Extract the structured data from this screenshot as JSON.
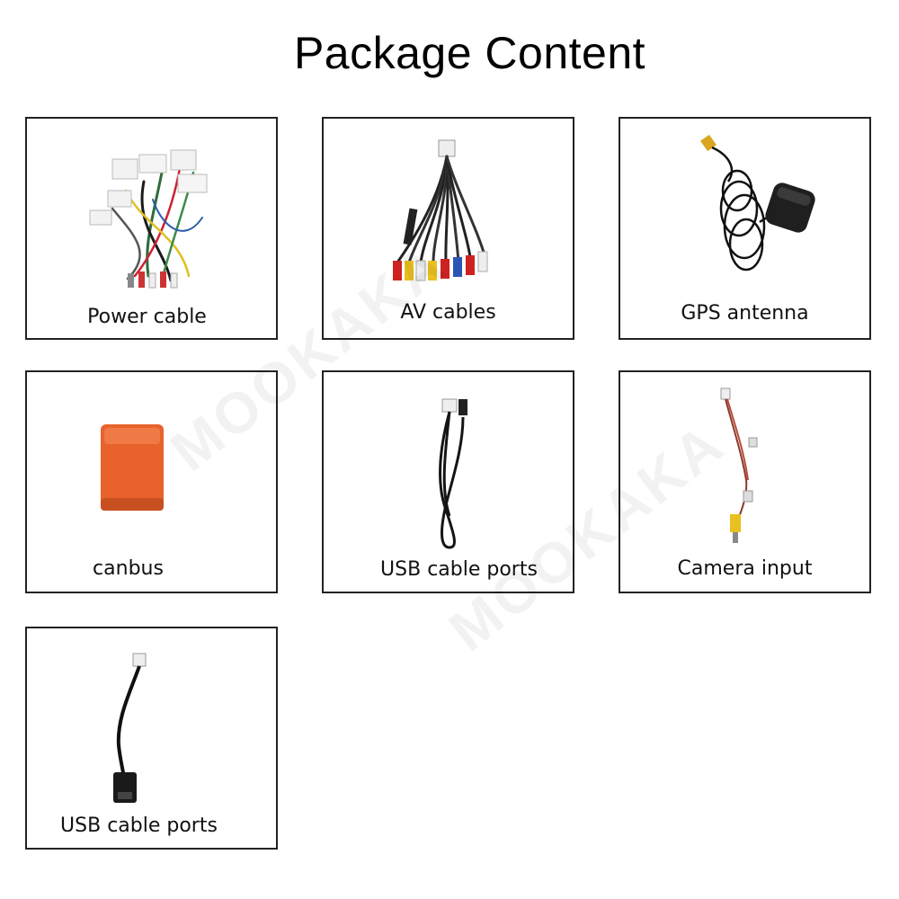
{
  "title": "Package Content",
  "watermark": "MOOKAKA",
  "items": [
    {
      "label": "Power cable",
      "icon": "power-cable-icon"
    },
    {
      "label": "AV cables",
      "icon": "av-cables-icon"
    },
    {
      "label": "GPS antenna",
      "icon": "gps-antenna-icon"
    },
    {
      "label": "canbus",
      "icon": "canbus-box-icon"
    },
    {
      "label": "USB cable ports",
      "icon": "usb-cable-icon"
    },
    {
      "label": "Camera input",
      "icon": "camera-input-cable-icon"
    },
    {
      "label": "USB cable ports",
      "icon": "usb-adapter-cable-icon"
    }
  ],
  "colors": {
    "border": "#222222",
    "canbus": "#e8622c",
    "background": "#ffffff"
  }
}
